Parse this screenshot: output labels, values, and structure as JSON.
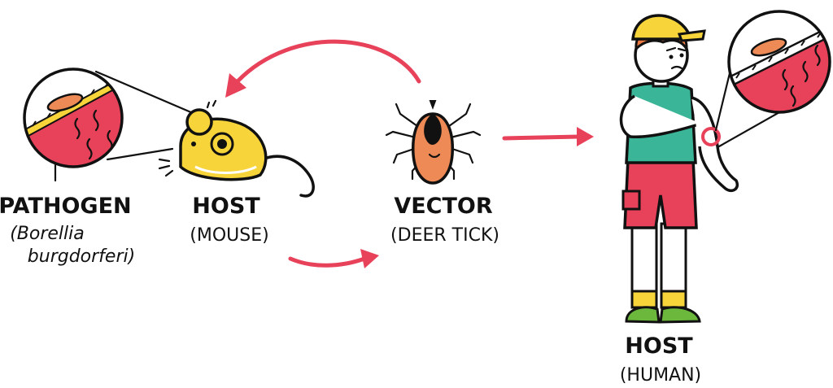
{
  "colors": {
    "arrow": "#e8415a",
    "ink": "#111111",
    "mouse_body": "#f7d43a",
    "tick_body": "#ee8a55",
    "shirt": "#3bb597",
    "shorts": "#e8415a",
    "cap": "#f7d43a",
    "hair": "#ee7a43",
    "shoes": "#6cb83d",
    "socks": "#f7d43a",
    "skin_magnify": "#e8415a"
  },
  "nodes": {
    "pathogen": {
      "title": "PATHOGEN",
      "sub_line1": "(Borellia",
      "sub_line2": "burgdorferi)",
      "icon": "magnified-skin-with-bacteria"
    },
    "host_mouse": {
      "title": "HOST",
      "sub": "(MOUSE)",
      "icon": "mouse-icon"
    },
    "vector": {
      "title": "VECTOR",
      "sub": "(DEER TICK)",
      "icon": "tick-icon"
    },
    "host_human": {
      "title": "HOST",
      "sub": "(HUMAN)",
      "icon": "human-figure"
    }
  },
  "edges": [
    {
      "from": "vector",
      "to": "host_mouse",
      "style": "curved-arrow"
    },
    {
      "from": "host_mouse",
      "to": "vector",
      "style": "curved-arrow"
    },
    {
      "from": "vector",
      "to": "host_human",
      "style": "straight-arrow"
    }
  ]
}
